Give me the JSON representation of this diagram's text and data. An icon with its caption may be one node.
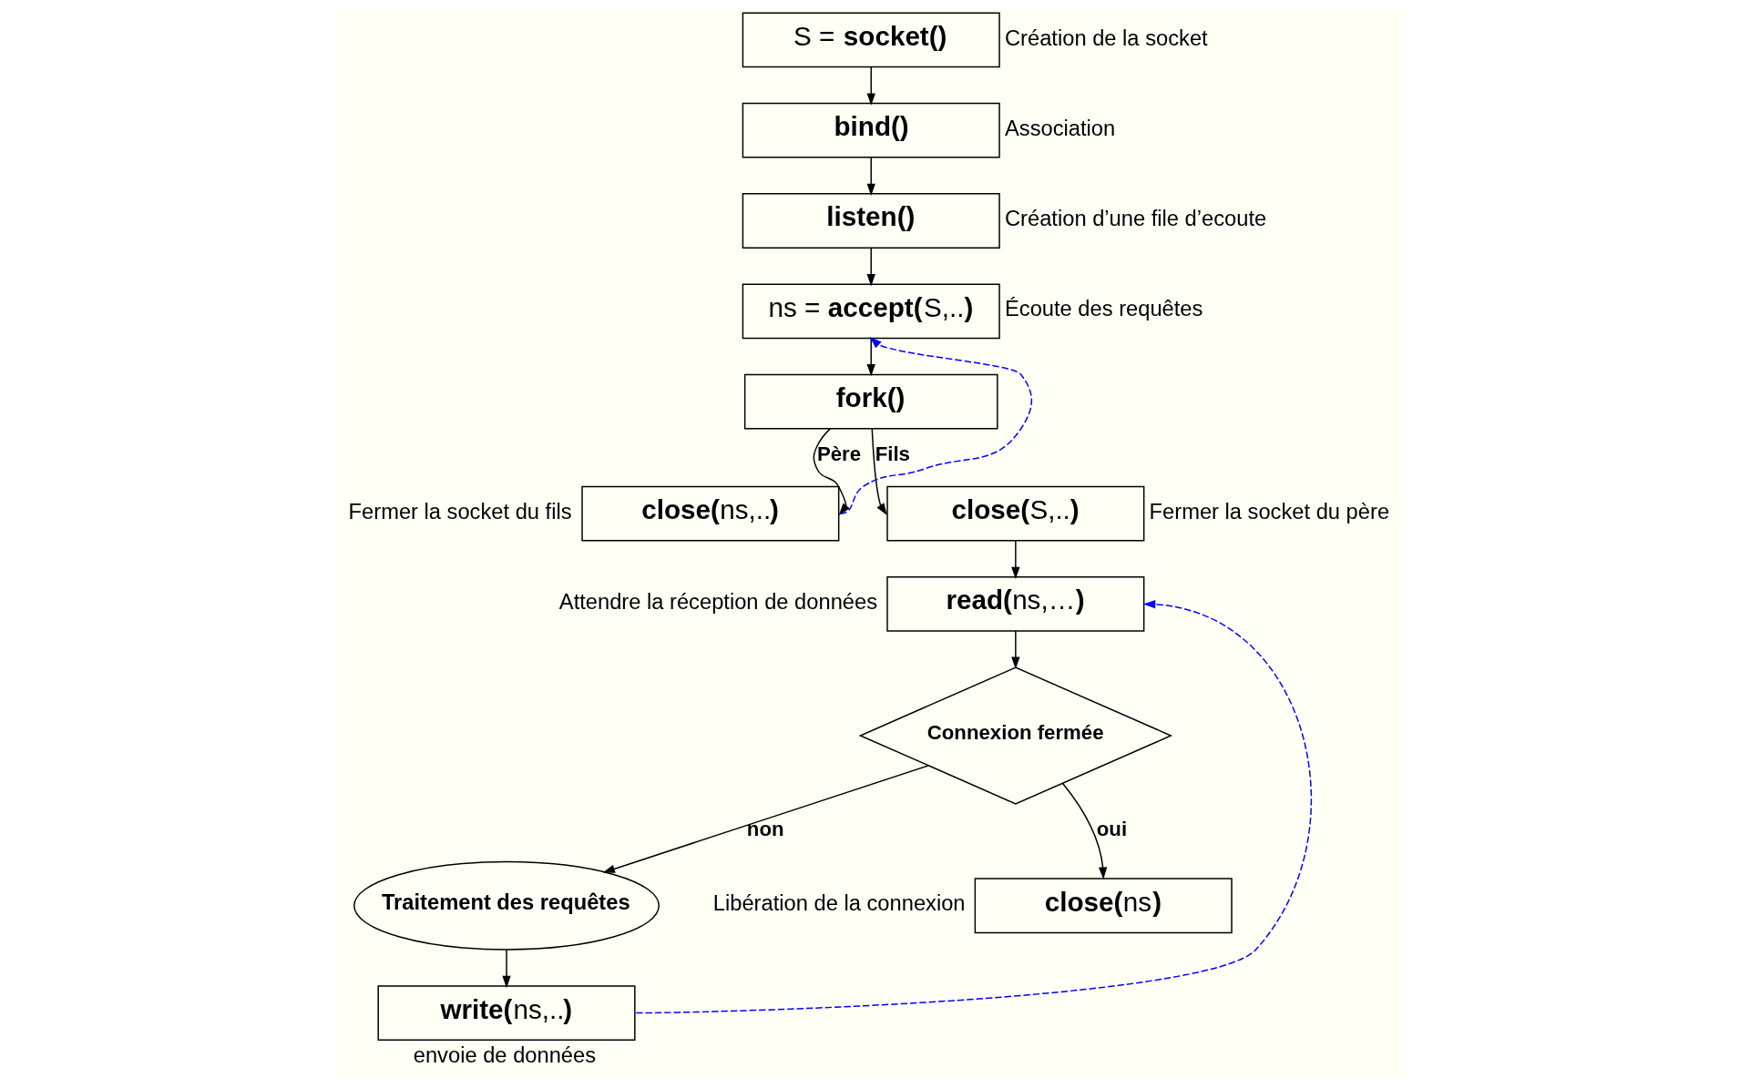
{
  "diagram": {
    "nodes": [
      {
        "text": [
          "S = **socket()**"
        ],
        "beside": [
          "Création de la socket"
        ]
      },
      {
        "text": [
          "bind()"
        ],
        "beside": [
          "Association"
        ]
      },
      {
        "text": [
          "listen()"
        ],
        "beside": [
          "Création d’une file d’ecoute"
        ]
      },
      {
        "text": [
          "ns = **accept(**S,..**)**"
        ],
        "beside": [
          "Écoute des requêtes"
        ]
      },
      {
        "text": [
          "fork()"
        ]
      },
      {
        "text": [
          "**close(**ns,..**)**"
        ],
        "beside": [
          "Fermer la socket du fils"
        ]
      },
      {
        "text": [
          "**close(**S,..**)**"
        ],
        "beside": [
          "Fermer la socket du père"
        ]
      },
      {
        "text": [
          "**read(**ns,…**)**"
        ],
        "beside": [
          "Attendre la réception de données"
        ]
      },
      {
        "text": [
          "Connexion fermée"
        ]
      },
      {
        "text": [
          "Traitement des requêtes"
        ]
      },
      {
        "text": [
          "**write(**ns,..**)**"
        ],
        "beside": [
          "envoie de données"
        ]
      },
      {
        "text": [
          "**close(**ns**)**"
        ],
        "beside": [
          "Libération de la connexion"
        ]
      }
    ],
    "edges": [
      {
        "from": 0,
        "to": 1,
        "arrow": "to"
      },
      {
        "from": 1,
        "to": 2,
        "arrow": "to"
      },
      {
        "from": 2,
        "to": 3,
        "arrow": "to"
      },
      {
        "from": 3,
        "to": 4,
        "arrow": "to"
      },
      {
        "from": 4,
        "to": 5,
        "arrow": "to",
        "label": "Père"
      },
      {
        "from": 4,
        "to": 6,
        "arrow": "to",
        "label": "Fils"
      },
      {
        "from": 6,
        "to": 7,
        "arrow": "to"
      },
      {
        "from": 7,
        "to": 8,
        "arrow": "to"
      },
      {
        "from": 8,
        "to": 9,
        "arrow": "to",
        "label": "non"
      },
      {
        "from": 8,
        "to": 11,
        "arrow": "to",
        "label": "oui"
      },
      {
        "from": 9,
        "to": 10,
        "arrow": "to"
      },
      {
        "from": 10,
        "to": 7,
        "arrow": "to",
        "style": "dashed",
        "color": "#0000ff"
      },
      {
        "from": 5,
        "to": 3,
        "arrow": "to",
        "style": "dashed",
        "color": "#0000ff"
      }
    ]
  }
}
